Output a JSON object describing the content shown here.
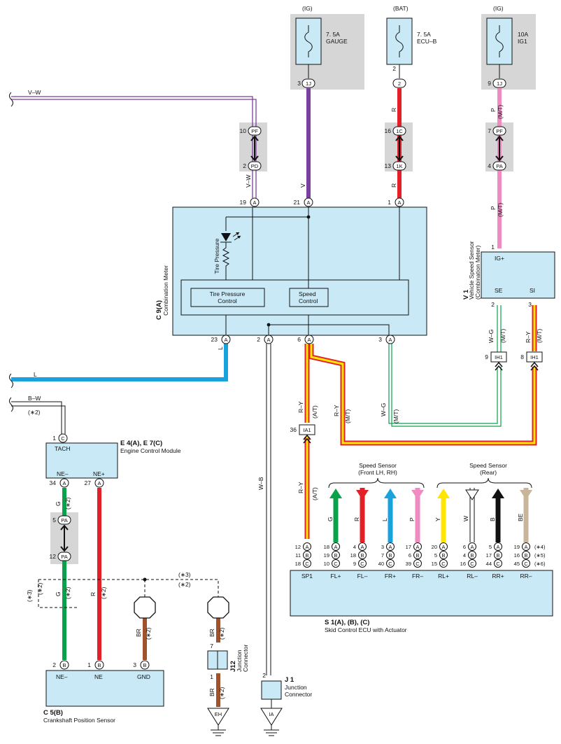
{
  "colors": {
    "purple": "#7b3f9e",
    "red": "#e32027",
    "pink": "#ef8bc0",
    "blue": "#1aa2dc",
    "green": "#0aa14b",
    "yellow": "#ffe600",
    "brown": "#a0522d",
    "tan": "#c8b59a",
    "lightblue": "#c9e9f7",
    "gray": "#d6d6d6"
  },
  "fuses": {
    "gauge": {
      "source": "(IG)",
      "rating": "7. 5A",
      "name": "GAUGE",
      "pin": "3",
      "conn": "1J"
    },
    "ecub": {
      "source": "(BAT)",
      "rating": "7. 5A",
      "name": "ECU–B",
      "pin": "2",
      "conn": "2"
    },
    "ig1": {
      "source": "(IG)",
      "rating": "10A",
      "name": "IG1",
      "pin": "9",
      "conn": "1J"
    }
  },
  "wires": {
    "vw": "V–W",
    "v": "V",
    "r": "R",
    "p": "P",
    "l": "L",
    "bw": "B–W",
    "g": "G",
    "br": "BR",
    "wb": "W–B",
    "ry": "R–Y",
    "wg": "W–G",
    "y": "Y",
    "w": "W",
    "b": "B",
    "be": "BE"
  },
  "notes": {
    "mt": "(M/T)",
    "at": "(A/T)",
    "n2": "(∗2)",
    "n3": "(∗3)",
    "n4": "(∗4)",
    "n5": "(∗5)",
    "n6": "(∗6)"
  },
  "connectors": {
    "pf": "PF",
    "pd": "PD",
    "c1c": "1C",
    "c1k": "1K",
    "pa": "PA",
    "ih1": "IH1",
    "ia1": "IA1",
    "p10": "10",
    "p2": "2",
    "p16": "16",
    "p13": "13",
    "p7": "7",
    "p4": "4",
    "p9": "9",
    "p8": "8",
    "p36": "36",
    "p5": "5",
    "p12": "12",
    "p1": "1",
    "p3": "3"
  },
  "meter": {
    "id": "C 9(A)",
    "name": "Combination Meter",
    "tire_pressure": "Tire Pressure",
    "tpc1": "Tire Pressure",
    "tpc2": "Control",
    "sc1": "Speed",
    "sc2": "Control",
    "pins": {
      "p19": "19",
      "p21": "21",
      "p1": "1",
      "p23": "23",
      "p2": "2",
      "p6": "6",
      "p3": "3"
    }
  },
  "vss": {
    "id": "V 1",
    "name1": "Vehicle Speed Sensor",
    "name2": "(Combination Meter)",
    "ig": "IG+",
    "se": "SE",
    "si": "SI",
    "p1": "1",
    "p2": "2",
    "p3": "3"
  },
  "ecm": {
    "id": "E 4(A), E 7(C)",
    "name": "Engine Control Module",
    "tach": "TACH",
    "nem": "NE–",
    "nep": "NE+",
    "p1": "1",
    "p34": "34",
    "p27": "27"
  },
  "crank": {
    "id": "C 5(B)",
    "name": "Crankshaft Position Sensor",
    "nem": "NE–",
    "ne": "NE",
    "gnd": "GND",
    "p2": "2",
    "p1": "1",
    "p3": "3"
  },
  "j12": {
    "id": "J12",
    "name1": "Junction",
    "name2": "Connector",
    "p7": "7",
    "p1": "1"
  },
  "j1": {
    "id": "J 1",
    "name1": "Junction",
    "name2": "Connector",
    "p2": "2"
  },
  "grounds": {
    "eh": "EH",
    "ia": "IA"
  },
  "skid": {
    "id": "S 1(A), (B), (C)",
    "name": "Skid Control ECU with Actuator",
    "front_label1": "Speed Sensor",
    "front_label2": "(Front LH,  RH)",
    "rear_label1": "Speed Sensor",
    "rear_label2": "(Rear)",
    "terminals": [
      {
        "name": "SP1",
        "a": "12",
        "b": "11",
        "c": "18"
      },
      {
        "name": "FL+",
        "a": "18",
        "b": "19",
        "c": "10"
      },
      {
        "name": "FL–",
        "a": "4",
        "b": "18",
        "c": "9"
      },
      {
        "name": "FR+",
        "a": "3",
        "b": "7",
        "c": "40"
      },
      {
        "name": "FR–",
        "a": "17",
        "b": "6",
        "c": "39"
      },
      {
        "name": "RL+",
        "a": "20",
        "b": "5",
        "c": "15"
      },
      {
        "name": "RL–",
        "a": "6",
        "b": "4",
        "c": "16"
      },
      {
        "name": "RR+",
        "a": "5",
        "b": "17",
        "c": "44"
      },
      {
        "name": "RR–",
        "a": "19",
        "b": "16",
        "c": "45"
      }
    ]
  },
  "letters": {
    "a": "A",
    "b": "B",
    "c": "C"
  }
}
